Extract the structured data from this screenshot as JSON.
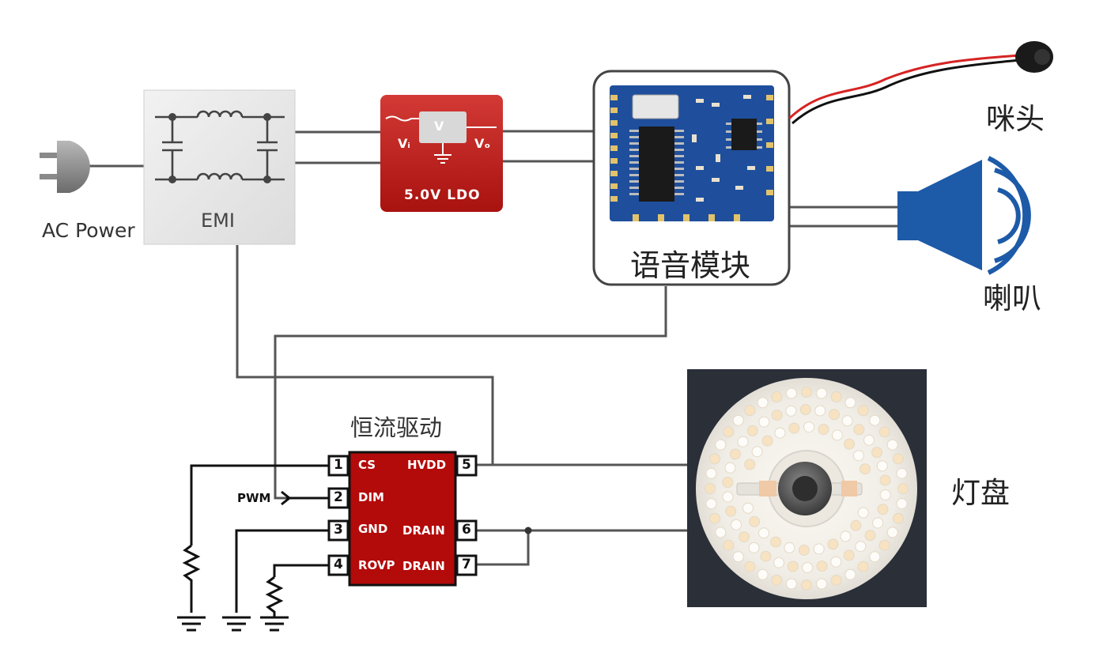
{
  "power": {
    "label": "AC Power"
  },
  "emi": {
    "label": "EMI"
  },
  "ldo": {
    "label": "5.0V LDO",
    "center": "V",
    "vin": "Vᵢ",
    "vout": "Vₒ"
  },
  "voice_module": {
    "label": "语音模块"
  },
  "mic": {
    "label": "咪头"
  },
  "speaker": {
    "label": "喇叭"
  },
  "driver": {
    "title": "恒流驱动",
    "pwm_label": "PWM",
    "pins_left": [
      {
        "num": "1",
        "name": "CS"
      },
      {
        "num": "2",
        "name": "DIM"
      },
      {
        "num": "3",
        "name": "GND"
      },
      {
        "num": "4",
        "name": "ROVP"
      }
    ],
    "pins_right": [
      {
        "num": "5",
        "name": "HVDD"
      },
      {
        "num": "6",
        "name": "DRAIN"
      },
      {
        "num": "7",
        "name": "DRAIN"
      }
    ]
  },
  "lamp": {
    "label": "灯盘"
  },
  "colors": {
    "wire": "#555555",
    "ldo_red": "#c0201e",
    "chip_red": "#b30a0a",
    "pcb_blue": "#1f4f9c",
    "speaker_blue": "#1d5aa8",
    "lamp_bg": "#2a2f38"
  }
}
